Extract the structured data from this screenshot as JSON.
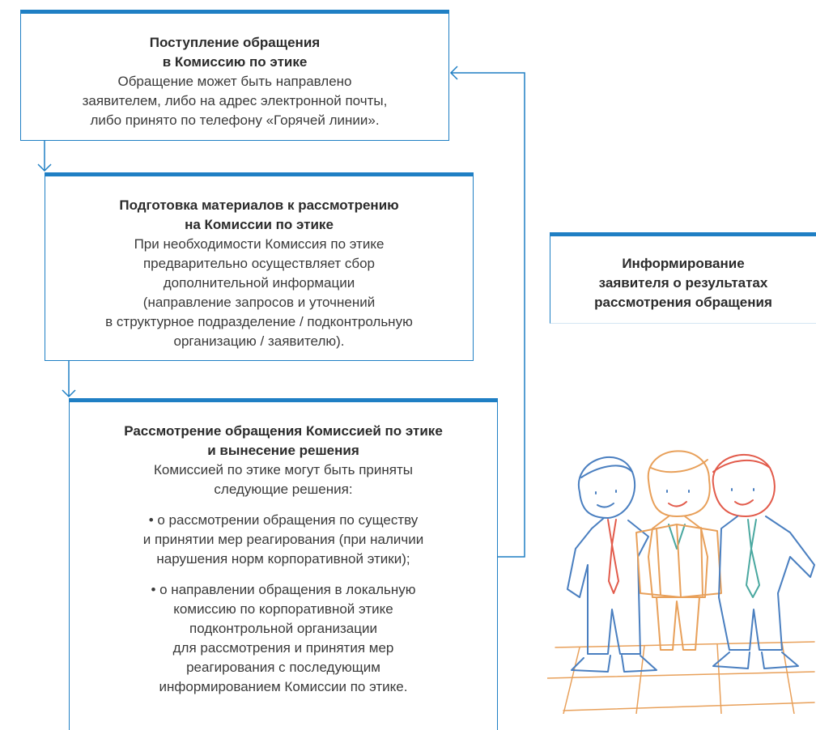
{
  "step1": {
    "title": [
      "Поступление обращения",
      "в Комиссию по этике"
    ],
    "body": [
      "Обращение может быть направлено",
      "заявителем, либо на адрес электронной почты,",
      "либо принято по телефону «Горячей линии»."
    ]
  },
  "step2": {
    "title": [
      "Подготовка материалов к рассмотрению",
      "на Комиссии по этике"
    ],
    "body": [
      "При необходимости Комиссия по этике",
      "предварительно осуществляет сбор",
      "дополнительной информации",
      "(направление запросов и уточнений",
      "в структурное подразделение / подконтрольную",
      "организацию / заявителю)."
    ]
  },
  "step3": {
    "title": [
      "Рассмотрение обращения Комиссией по этике",
      "и вынесение решения"
    ],
    "body": [
      "Комиссией по этике могут быть приняты",
      "следующие решения:"
    ],
    "bullets": [
      [
        "• о рассмотрении обращения по существу",
        "и принятии мер реагирования (при наличии",
        "нарушения норм корпоративной этики);"
      ],
      [
        "•  о направлении обращения в локальную",
        "комиссию по корпоративной этике",
        "подконтрольной организации",
        "для рассмотрения и принятия мер",
        "реагирования с последующим",
        "информированием Комиссии по этике."
      ]
    ]
  },
  "step4": {
    "title": [
      "Информирование",
      "заявителя о результатах",
      "рассмотрения обращения"
    ]
  },
  "colors": {
    "accent": "#1f7fc4",
    "text": "#3a3a3a"
  },
  "illustration": "three-colleagues-sketch"
}
